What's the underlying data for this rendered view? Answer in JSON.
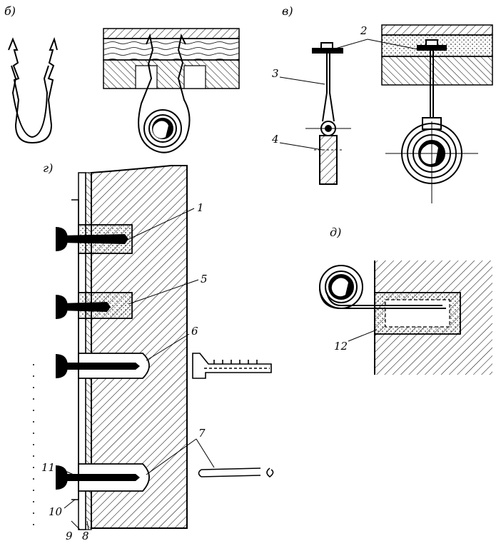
{
  "panels": {
    "b": "б)",
    "v": "в)",
    "g": "г)",
    "d": "д)"
  },
  "callouts": {
    "n1": "1",
    "n2": "2",
    "n3": "3",
    "n4": "4",
    "n5": "5",
    "n6": "6",
    "n7": "7",
    "n8": "8",
    "n9": "9",
    "n10": "10",
    "n11": "11",
    "n12": "12"
  },
  "colors": {
    "ink": "#000000",
    "paper": "#ffffff"
  }
}
